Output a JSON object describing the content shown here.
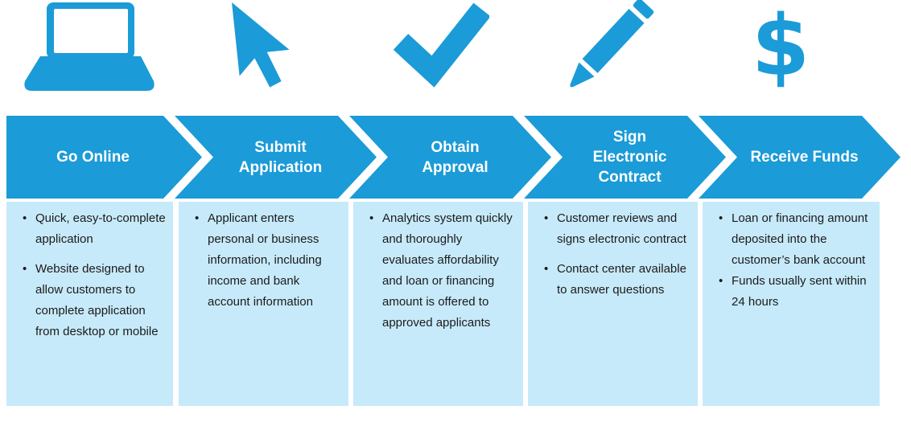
{
  "colors": {
    "accent": "#1B9BD7",
    "panel": "#C7EAFA",
    "title_text": "#FFFFFF",
    "body_text": "#1B1B1B"
  },
  "icons": {
    "dollar_glyph": "$"
  },
  "steps": [
    {
      "icon": "laptop-icon",
      "title": "Go Online",
      "bullets": [
        "Quick, easy-to-complete application",
        "Website designed to allow customers to complete application from desktop or mobile"
      ]
    },
    {
      "icon": "cursor-icon",
      "title": "Submit Application",
      "bullets": [
        "Applicant enters personal or business information, including income and bank account information"
      ]
    },
    {
      "icon": "checkmark-icon",
      "title": "Obtain Approval",
      "bullets": [
        "Analytics system quickly and thoroughly evaluates affordability and loan or financing amount is offered to approved applicants"
      ]
    },
    {
      "icon": "pencil-icon",
      "title": "Sign Electronic Contract",
      "bullets": [
        "Customer reviews and signs electronic contract",
        "Contact center available to answer questions"
      ]
    },
    {
      "icon": "dollar-icon",
      "title": "Receive Funds",
      "bullets": [
        "Loan or financing amount deposited into the customer’s bank account",
        "Funds usually sent within 24 hours"
      ]
    }
  ]
}
